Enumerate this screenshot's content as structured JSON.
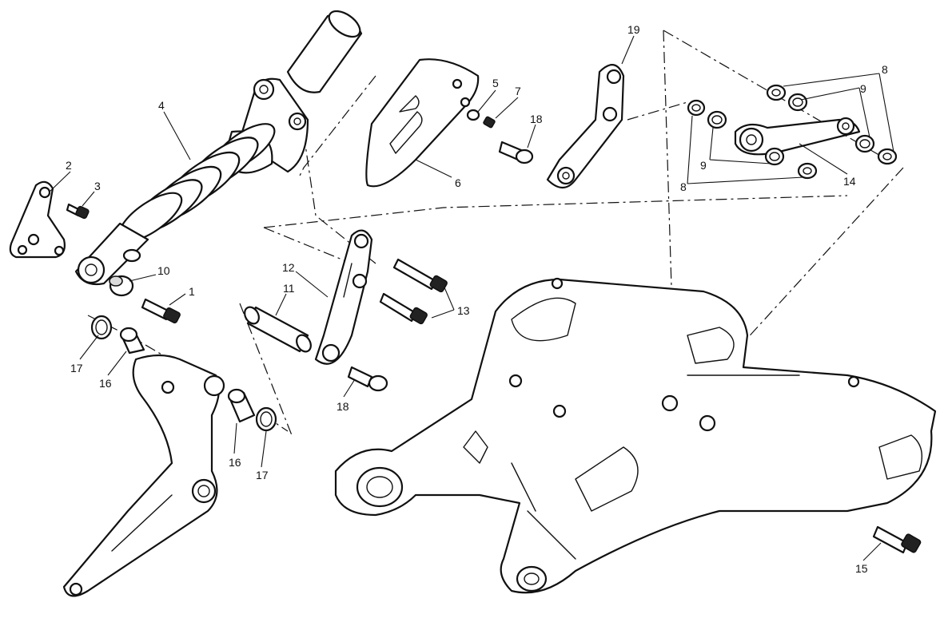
{
  "callouts": [
    {
      "id": "c1",
      "text": "1"
    },
    {
      "id": "c2",
      "text": "2"
    },
    {
      "id": "c3",
      "text": "3"
    },
    {
      "id": "c4",
      "text": "4"
    },
    {
      "id": "c5",
      "text": "5"
    },
    {
      "id": "c6",
      "text": "6"
    },
    {
      "id": "c7",
      "text": "7"
    },
    {
      "id": "c8a",
      "text": "8"
    },
    {
      "id": "c8b",
      "text": "8"
    },
    {
      "id": "c9a",
      "text": "9"
    },
    {
      "id": "c9b",
      "text": "9"
    },
    {
      "id": "c10",
      "text": "10"
    },
    {
      "id": "c11",
      "text": "11"
    },
    {
      "id": "c12",
      "text": "12"
    },
    {
      "id": "c13",
      "text": "13"
    },
    {
      "id": "c14",
      "text": "14"
    },
    {
      "id": "c15",
      "text": "15"
    },
    {
      "id": "c16a",
      "text": "16"
    },
    {
      "id": "c16b",
      "text": "16"
    },
    {
      "id": "c17a",
      "text": "17"
    },
    {
      "id": "c17b",
      "text": "17"
    },
    {
      "id": "c18a",
      "text": "18"
    },
    {
      "id": "c18b",
      "text": "18"
    },
    {
      "id": "c19",
      "text": "19"
    }
  ]
}
